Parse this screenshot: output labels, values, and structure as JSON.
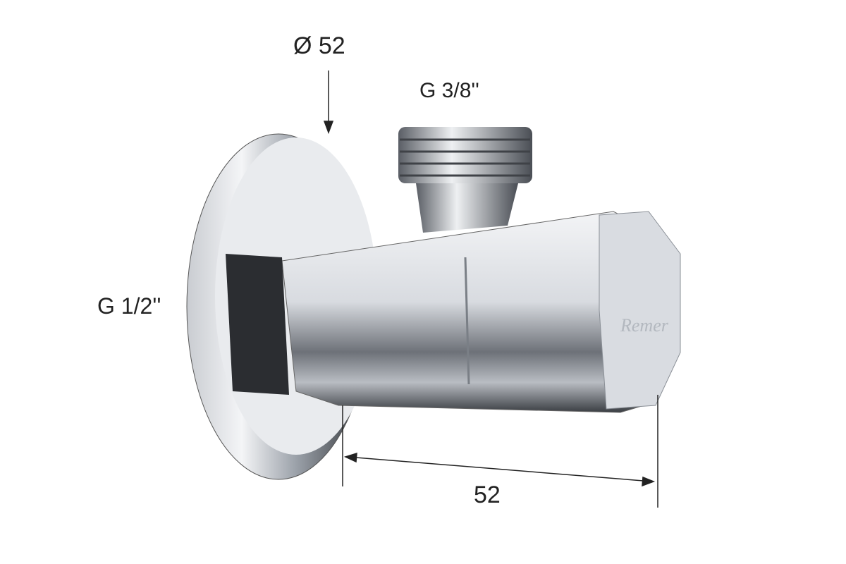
{
  "labels": {
    "diameter": "Ø 52",
    "outlet_thread": "G 3/8''",
    "inlet_thread": "G 1/2''",
    "length": "52"
  },
  "logo_text": "Remer",
  "colors": {
    "chrome_light": "#e4e6ea",
    "chrome_mid": "#aab0b8",
    "chrome_dark": "#2a2c30",
    "dimension_line": "#222222"
  }
}
